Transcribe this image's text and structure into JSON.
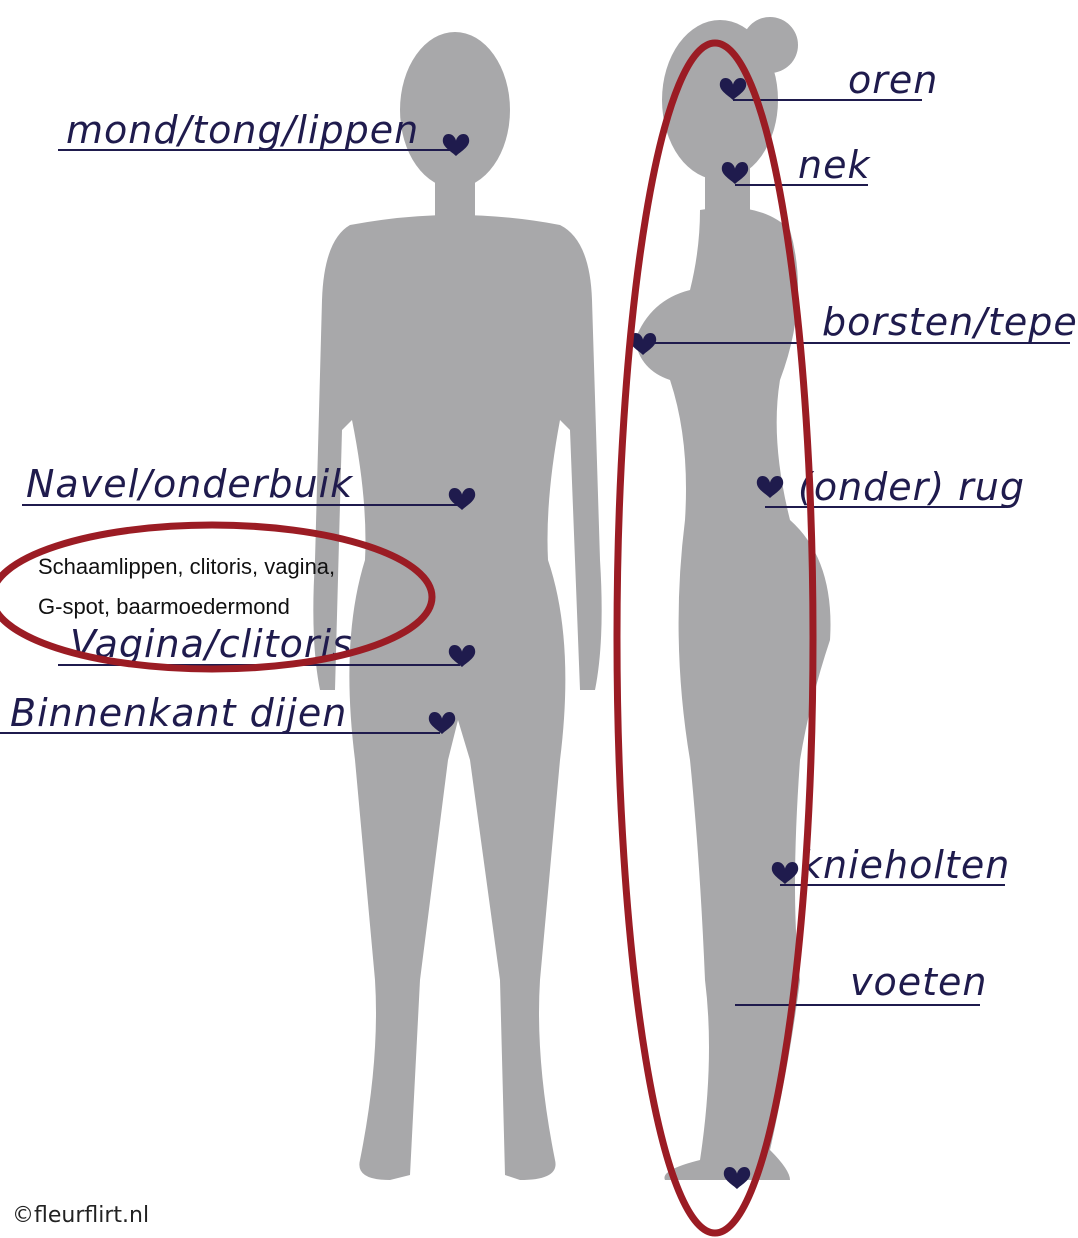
{
  "front_labels": {
    "mouth": "mond/tong/lippen",
    "navel": "Navel/onderbuik",
    "vagina": "Vagina/clitoris",
    "thighs": "Binnenkant dijen"
  },
  "side_labels": {
    "ears": "oren",
    "neck": "nek",
    "breasts": "borsten/tepels",
    "back": "(onder) rug",
    "knees": "knieholten",
    "feet": "voeten"
  },
  "note": {
    "line1": "Schaamlippen, clitoris, vagina,",
    "line2": "G-spot, baarmoedermond"
  },
  "copyright": "©fleurflirt.nl",
  "colors": {
    "silhouette": "#a8a8aa",
    "heart": "#1f1b4d",
    "ellipse": "#9b1c24"
  }
}
